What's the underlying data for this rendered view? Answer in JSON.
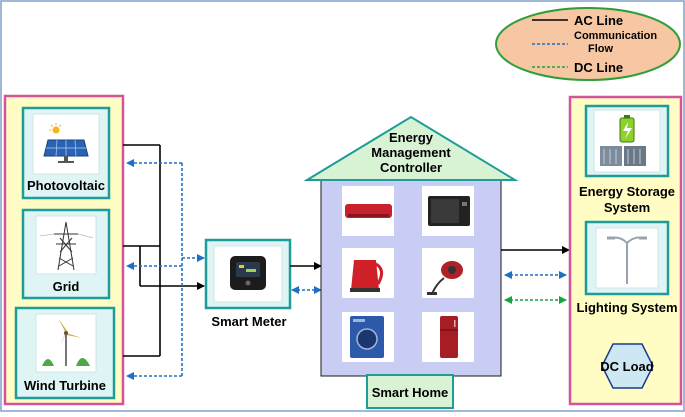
{
  "legend": {
    "ac_line": "AC Line",
    "comm_line1": "Communication",
    "comm_line2": "Flow",
    "dc_line": "DC Line"
  },
  "sources": {
    "photovoltaic": "Photovoltaic",
    "grid": "Grid",
    "wind": "Wind Turbine"
  },
  "meter": {
    "label": "Smart Meter"
  },
  "controller": {
    "line1": "Energy",
    "line2": "Management",
    "line3": "Controller"
  },
  "home": {
    "label": "Smart Home",
    "appliances": [
      "air-conditioner",
      "microwave-oven",
      "electric-kettle",
      "vacuum-cleaner",
      "washing-machine",
      "refrigerator"
    ]
  },
  "outputs": {
    "storage1": "Energy Storage",
    "storage2": "System",
    "lighting": "Lighting System",
    "dc_load": "DC Load"
  },
  "colors": {
    "ac": "#000000",
    "communication": "#1f6fc5",
    "dc": "#1aa33a",
    "panel_fill": "#fffcc4",
    "panel_border": "#d4549b",
    "tile_border": "#1e9c9a",
    "tile_fill": "#dff4f4",
    "house_fill": "#c9cdf4",
    "roof_fill": "#d8f2d4",
    "legend_fill": "#f7c7a4",
    "legend_border": "#2e9e3a"
  }
}
